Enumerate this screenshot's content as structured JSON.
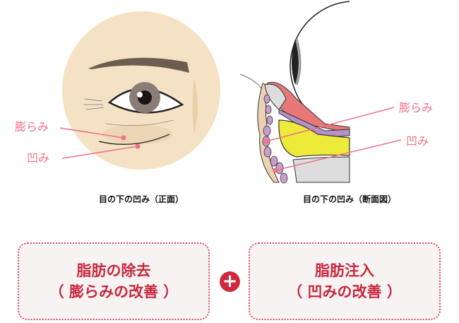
{
  "front_view": {
    "label_bulge": "膨らみ",
    "label_hollow": "凹み",
    "caption": "目の下の凹み（正面）"
  },
  "section_view": {
    "label_bulge": "膨らみ",
    "label_hollow": "凹み",
    "caption": "目の下の凹み（断面図）"
  },
  "treatments": [
    {
      "line1": "脂肪の除去",
      "line2": "（ 膨らみの改善 ）"
    },
    {
      "line1": "脂肪注入",
      "line2": "（ 凹みの改善 ）"
    }
  ],
  "plus_symbol": "+",
  "colors": {
    "skin": "#f5e2c4",
    "label": "#f0708a",
    "accent": "#d0283e",
    "fat": "#eeea3a",
    "muscle": "#c99ccc"
  }
}
